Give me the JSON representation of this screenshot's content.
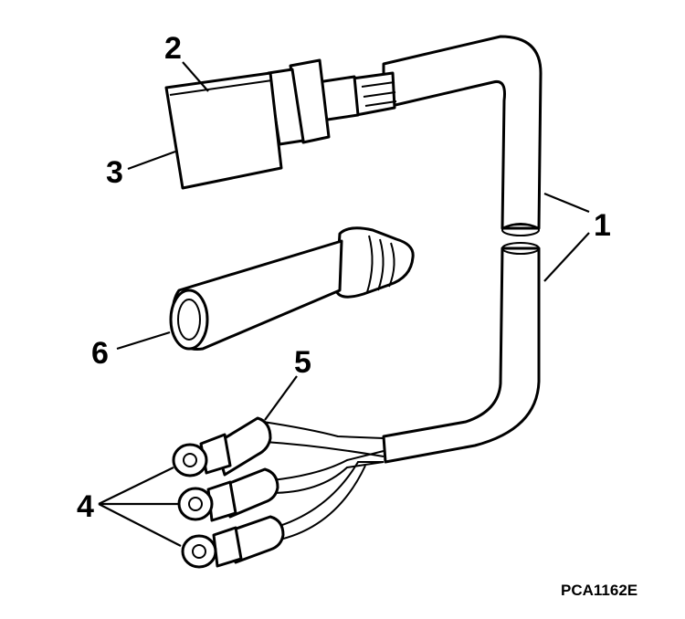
{
  "diagram": {
    "callouts": [
      {
        "id": "1",
        "text": "1"
      },
      {
        "id": "2",
        "text": "2"
      },
      {
        "id": "3",
        "text": "3"
      },
      {
        "id": "4",
        "text": "4"
      },
      {
        "id": "5",
        "text": "5"
      },
      {
        "id": "6",
        "text": "6"
      }
    ],
    "figure_code": "PCA1162E"
  }
}
